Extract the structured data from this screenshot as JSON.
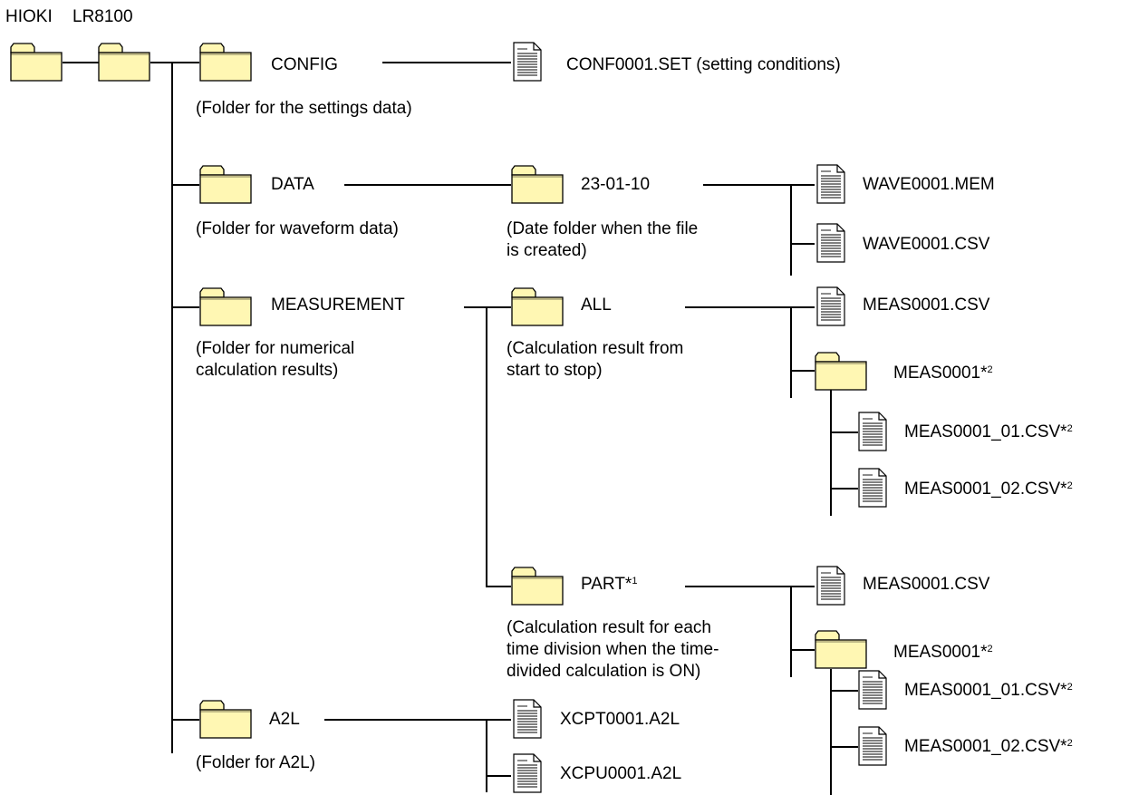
{
  "header": {
    "brand": "HIOKI",
    "model": "LR8100"
  },
  "folders": {
    "config": {
      "name": "CONFIG",
      "desc": "(Folder for the settings data)"
    },
    "data": {
      "name": "DATA",
      "desc": "(Folder for waveform data)"
    },
    "measurement": {
      "name": "MEASUREMENT",
      "desc_1": "(Folder for numerical",
      "desc_2": "calculation results)"
    },
    "a2l": {
      "name": "A2L",
      "desc": "(Folder for A2L)"
    },
    "date": {
      "name": "23-01-10",
      "desc_1": "(Date folder when the file",
      "desc_2": "is created)"
    },
    "all": {
      "name": "ALL",
      "desc_1": "(Calculation result from",
      "desc_2": "start to stop)"
    },
    "part": {
      "name": "PART*",
      "note": "1",
      "desc_1": "(Calculation result for each",
      "desc_2": "time division when the time-",
      "desc_3": "divided calculation is ON)"
    },
    "meas_all": {
      "name": "MEAS0001*",
      "note": "2"
    },
    "meas_part": {
      "name": "MEAS0001*",
      "note": "2"
    }
  },
  "files": {
    "conf": "CONF0001.SET (setting conditions)",
    "wave_mem": "WAVE0001.MEM",
    "wave_csv": "WAVE0001.CSV",
    "all_csv": "MEAS0001.CSV",
    "all_01": {
      "name": "MEAS0001_01.CSV*",
      "note": "2"
    },
    "all_02": {
      "name": "MEAS0001_02.CSV*",
      "note": "2"
    },
    "part_csv": "MEAS0001.CSV",
    "part_01": {
      "name": "MEAS0001_01.CSV*",
      "note": "2"
    },
    "part_02": {
      "name": "MEAS0001_02.CSV*",
      "note": "2"
    },
    "xcpt": "XCPT0001.A2L",
    "xcpu": "XCPU0001.A2L"
  },
  "colors": {
    "folder_fill": "#fff7b3",
    "line": "#000000"
  },
  "icons": {
    "folder": "folder-icon",
    "file": "file-icon"
  }
}
